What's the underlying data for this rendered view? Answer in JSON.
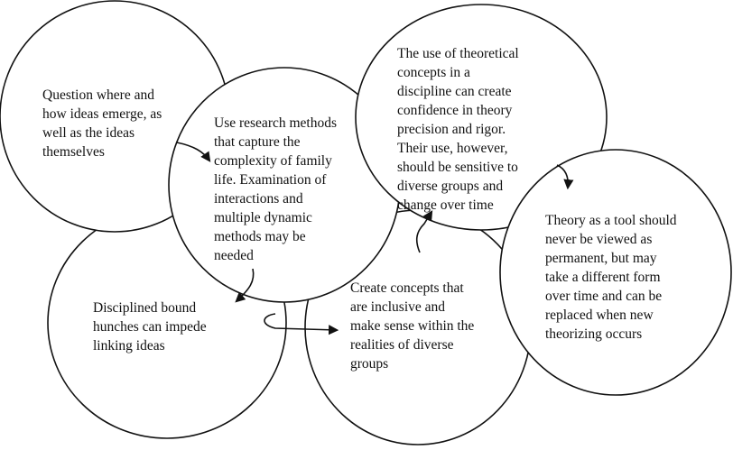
{
  "nodes": [
    {
      "id": "question",
      "lines": [
        "Question where and",
        "how ideas emerge, as",
        "well as the ideas",
        "themselves"
      ]
    },
    {
      "id": "research",
      "lines": [
        "Use research methods",
        "that capture the",
        "complexity of family",
        "life. Examination of",
        "interactions and",
        "multiple dynamic",
        "methods may be",
        "needed"
      ]
    },
    {
      "id": "hunches",
      "lines": [
        "Disciplined bound",
        "hunches can impede",
        "linking ideas"
      ]
    },
    {
      "id": "concepts",
      "lines": [
        "Create concepts that",
        "are inclusive and",
        "make sense within the",
        "realities of diverse",
        "groups"
      ]
    },
    {
      "id": "theoretical",
      "lines": [
        "The use of theoretical",
        "concepts in a",
        "discipline can create",
        "confidence in theory",
        "precision and rigor.",
        "Their use, however,",
        "should be sensitive to",
        "diverse groups and",
        "change over time"
      ]
    },
    {
      "id": "tool",
      "lines": [
        "Theory as a tool should",
        "never be viewed as",
        "permanent, but may",
        "take a different form",
        "over time and can be",
        "replaced when new",
        "theorizing occurs"
      ]
    }
  ],
  "colors": {
    "stroke": "#111111",
    "fill": "#ffffff"
  }
}
